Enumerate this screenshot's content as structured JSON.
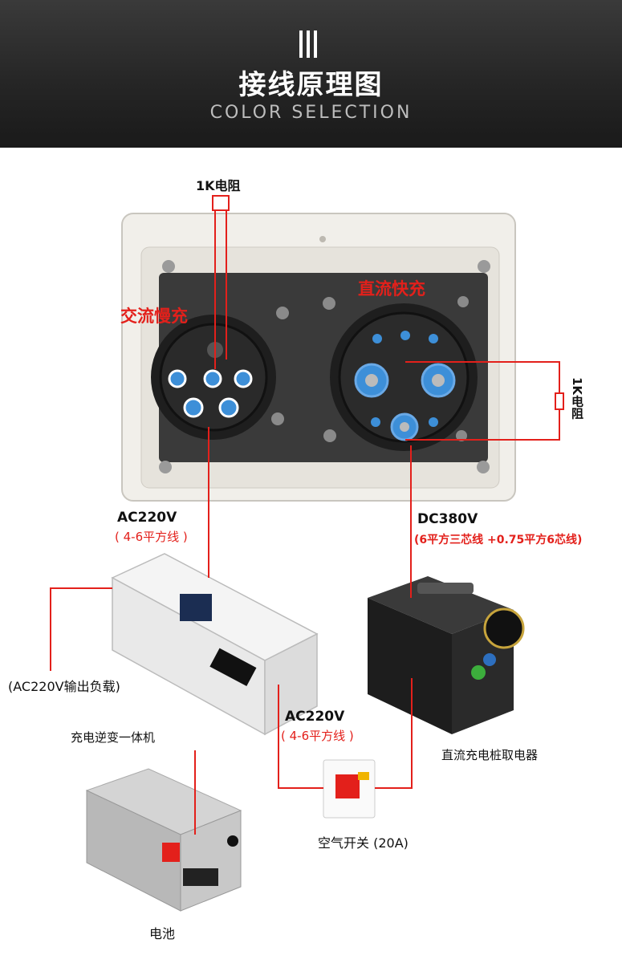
{
  "header": {
    "title": "接线原理图",
    "subtitle": "COLOR SELECTION"
  },
  "labels": {
    "resistor_top": "1K电阻",
    "resistor_right": "1K电阻",
    "ac_slow": "交流慢充",
    "dc_fast": "直流快充",
    "ac_in": "AC220V",
    "ac_in_wire": "( 4-6平方线 )",
    "dc_in": "DC380V",
    "dc_in_wire": "(6平方三芯线 +0.75平方6芯线)",
    "ac_out_load": "(AC220V输出负载)",
    "inverter": "充电逆变一体机",
    "ac_mid": "AC220V",
    "ac_mid_wire": "( 4-6平方线 )",
    "dc_device": "直流充电桩取电器",
    "breaker": "空气开关 (20A)",
    "battery": "电池"
  },
  "colors": {
    "wire": "#e3201b",
    "header_bg": "#262626",
    "panel": "#f1efea",
    "plate": "#3a3a3a"
  }
}
